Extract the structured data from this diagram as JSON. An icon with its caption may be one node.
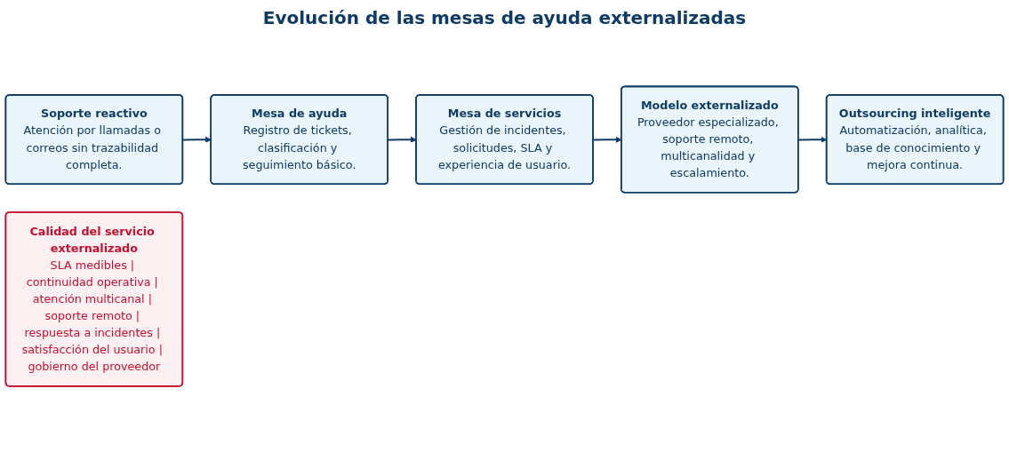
{
  "diagram": {
    "title": "Evolución de las mesas de ayuda externalizadas",
    "nodes": [
      {
        "text": [
          "Soporte reactivo",
          "Atención por llamadas o correos sin trazabilidad completa."
        ]
      },
      {
        "text": [
          "Mesa de ayuda",
          "Registro de tickets, clasificación y seguimiento básico."
        ]
      },
      {
        "text": [
          "Mesa de servicios",
          "Gestión de incidentes, solicitudes, SLA y experiencia de usuario."
        ]
      },
      {
        "text": [
          "Modelo externalizado",
          "Proveedor especializado, soporte remoto, multicanalidad y escalamiento."
        ]
      },
      {
        "text": [
          "Outsourcing inteligente",
          "Automatización, analítica, base de conocimiento y mejora continua."
        ]
      },
      {
        "text": [
          "Calidad del servicio externalizado",
          "SLA medibles | continuidad operativa | atención multicanal | soporte remoto | respuesta a incidentes | satisfacción del usuario | gobierno del proveedor"
        ]
      }
    ],
    "edges": [
      {
        "from": 0,
        "to": 1,
        "arrow": "to"
      },
      {
        "from": 1,
        "to": 2,
        "arrow": "to"
      },
      {
        "from": 2,
        "to": 3,
        "arrow": "to"
      },
      {
        "from": 3,
        "to": 4,
        "arrow": "to"
      }
    ]
  }
}
